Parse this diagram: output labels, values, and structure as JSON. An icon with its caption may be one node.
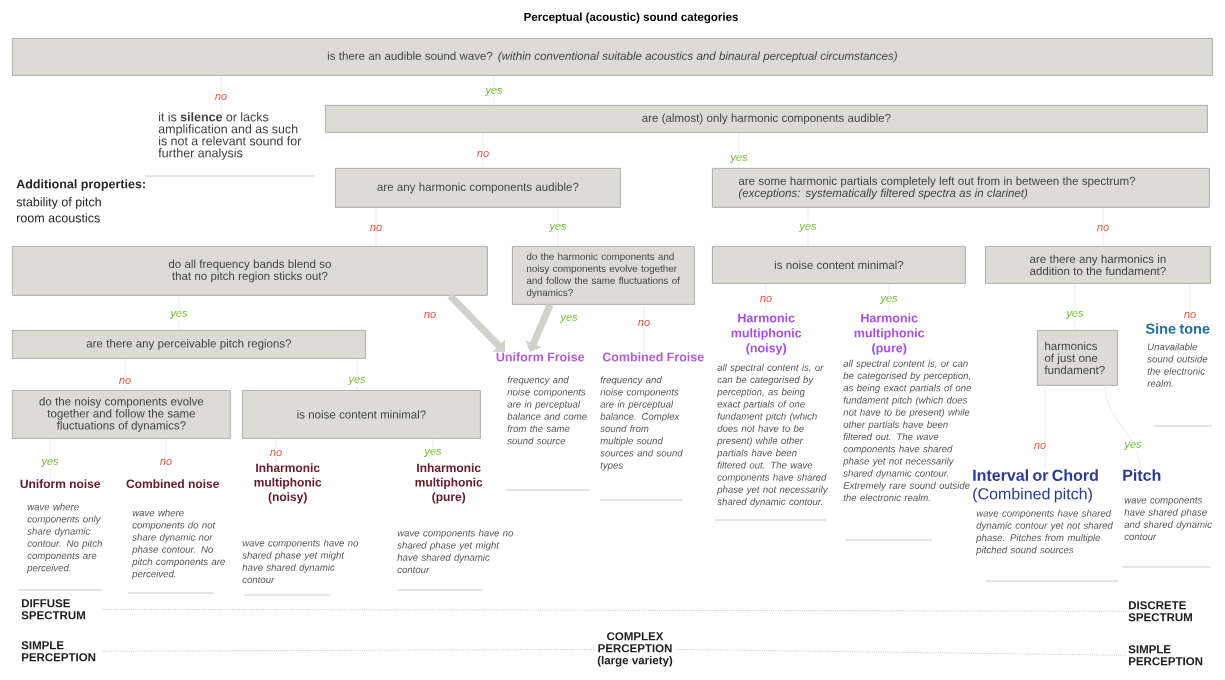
{
  "diagram": {
    "title": "Perceptual (acoustic) sound categories",
    "nodes": [
      {
        "text": [
          "is there an audible sound wave? *(within conventional suitable acoustics and binaural perceptual circumstances)*"
        ]
      },
      {
        "text": [
          "it is **silence** or lacks amplification and as such is not a relevant sound for further analysis"
        ]
      },
      {
        "text": [
          "are (almost) only harmonic components audible?"
        ]
      },
      {
        "text": [
          "are any harmonic components audible?"
        ]
      },
      {
        "text": [
          "are some harmonic partials completely left out from in between the spectrum?",
          "(exceptions: systematically filtered spectra as in clarinet)"
        ]
      },
      {
        "text": [
          "do all frequency bands blend so that no pitch region sticks out?"
        ]
      },
      {
        "text": [
          "do the harmonic components and noisy components evolve together and follow the same fluctuations of dynamics?"
        ]
      },
      {
        "text": [
          "is noise content minimal?"
        ]
      },
      {
        "text": [
          "are there any harmonics in addition to the fundament?"
        ]
      },
      {
        "text": [
          "are there any perceivable pitch regions?"
        ]
      },
      {
        "text": [
          "Uniform Froise",
          "frequency and noise components are in perceptual balance and come from the same sound source"
        ]
      },
      {
        "text": [
          "Combined Froise",
          "frequency and noise components are in perceptual balance. Complex sound from multiple sound sources and sound types"
        ]
      },
      {
        "text": [
          "Harmonic multiphonic (noisy)",
          "all spectral content is, or can be categorised by perception, as being exact partials of one fundament pitch (which does not have to be present) while other partials have been filtered out. The wave components have shared phase yet not necessarily shared dynamic contour."
        ]
      },
      {
        "text": [
          "Harmonic multiphonic (pure)",
          "all spectral content is, or can be categorised by perception, as being exact partials of one fundament pitch (which does not have to be present) while other partials have been filtered out. The wave components have shared phase yet not necessarily shared dynamic contour. Extremely rare sound outside the electronic realm."
        ]
      },
      {
        "text": [
          "harmonics of just one fundament?"
        ]
      },
      {
        "text": [
          "Sine tone",
          "Unavailable sound outside the electronic realm."
        ]
      },
      {
        "text": [
          "do the noisy components evolve together and follow the same fluctuations of dynamics?"
        ]
      },
      {
        "text": [
          "is noise content minimal?"
        ]
      },
      {
        "text": [
          "Uniform noise",
          "wave where components only share dynamic contour. No pitch components are perceived."
        ]
      },
      {
        "text": [
          "Combined noise",
          "wave where components do not share dynamic nor phase contour. No pitch components are perceived."
        ]
      },
      {
        "text": [
          "Inharmonic multiphonic (noisy)",
          "wave components have no shared phase yet might have shared dynamic contour"
        ]
      },
      {
        "text": [
          "Inharmonic multiphonic (pure)",
          "wave components have no shared phase yet might have shared dynamic contour"
        ]
      },
      {
        "text": [
          "**Interval or Chord** (Combined pitch)",
          "wave components have shared dynamic contour yet not shared phase. Pitches from multiple pitched sound sources"
        ]
      },
      {
        "text": [
          "Pitch",
          "wave components have shared phase and shared dynamic contour"
        ]
      },
      {
        "text": [
          "DIFFUSE SPECTRUM"
        ]
      },
      {
        "text": [
          "DISCRETE SPECTRUM"
        ]
      },
      {
        "text": [
          "SIMPLE PERCEPTION"
        ]
      },
      {
        "text": [
          "COMPLEX PERCEPTION (large variety)"
        ]
      },
      {
        "text": [
          "SIMPLE PERCEPTION"
        ]
      }
    ],
    "edges": [
      {
        "from": 0,
        "to": 1,
        "arrow": "none",
        "label": "no"
      },
      {
        "from": 0,
        "to": 2,
        "arrow": "none",
        "label": "yes"
      },
      {
        "from": 2,
        "to": 3,
        "arrow": "none",
        "label": "no"
      },
      {
        "from": 2,
        "to": 4,
        "arrow": "none",
        "label": "yes"
      },
      {
        "from": 3,
        "to": 5,
        "arrow": "none",
        "label": "no"
      },
      {
        "from": 3,
        "to": 6,
        "arrow": "none",
        "label": "yes"
      },
      {
        "from": 5,
        "to": 9,
        "arrow": "none",
        "label": "yes"
      },
      {
        "from": 5,
        "to": 10,
        "arrow": "to",
        "label": "no",
        "style": "thick"
      },
      {
        "from": 6,
        "to": 10,
        "arrow": "to",
        "label": "yes",
        "style": "thick"
      },
      {
        "from": 6,
        "to": 11,
        "arrow": "none",
        "label": "no"
      },
      {
        "from": 4,
        "to": 7,
        "arrow": "none",
        "label": "yes"
      },
      {
        "from": 4,
        "to": 8,
        "arrow": "none",
        "label": "no"
      },
      {
        "from": 7,
        "to": 12,
        "arrow": "none",
        "label": "no"
      },
      {
        "from": 7,
        "to": 13,
        "arrow": "none",
        "label": "yes"
      },
      {
        "from": 8,
        "to": 14,
        "arrow": "none",
        "label": "yes"
      },
      {
        "from": 8,
        "to": 15,
        "arrow": "none",
        "label": "no"
      },
      {
        "from": 9,
        "to": 16,
        "arrow": "none",
        "label": "no"
      },
      {
        "from": 9,
        "to": 17,
        "arrow": "none",
        "label": "yes"
      },
      {
        "from": 16,
        "to": 18,
        "arrow": "none",
        "label": "yes"
      },
      {
        "from": 16,
        "to": 19,
        "arrow": "none",
        "label": "no"
      },
      {
        "from": 17,
        "to": 20,
        "arrow": "none",
        "label": "no"
      },
      {
        "from": 17,
        "to": 21,
        "arrow": "none",
        "label": "yes"
      },
      {
        "from": 14,
        "to": 22,
        "arrow": "none",
        "label": "no"
      },
      {
        "from": 14,
        "to": 23,
        "arrow": "none",
        "label": "yes"
      },
      {
        "from": 24,
        "to": 25,
        "arrow": "none",
        "style": "dashed"
      },
      {
        "from": 26,
        "to": 27,
        "arrow": "none",
        "style": "dashed"
      },
      {
        "from": 27,
        "to": 28,
        "arrow": "none",
        "style": "dashed"
      }
    ],
    "labels": [
      "Additional properties:",
      "stability of pitch",
      "room acoustics"
    ]
  }
}
